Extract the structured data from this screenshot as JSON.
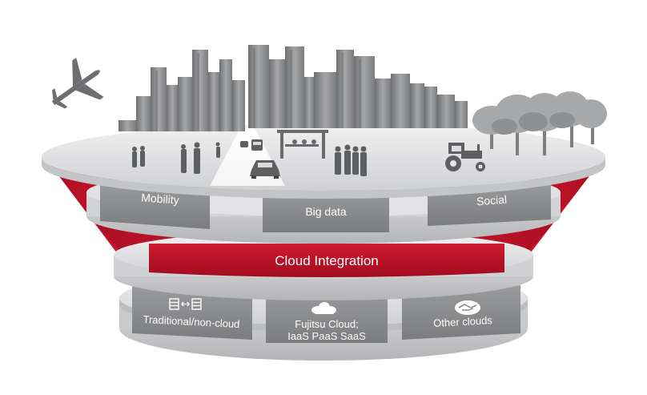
{
  "top_tier": {
    "mobility": "Mobility",
    "big_data": "Big data",
    "social": "Social"
  },
  "integration_band": {
    "label": "Cloud Integration"
  },
  "bottom_tier": {
    "traditional": "Traditional/non-cloud",
    "fujitsu_line1": "Fujitsu Cloud;",
    "fujitsu_line2": "IaaS PaaS SaaS",
    "other_clouds": "Other clouds"
  },
  "icons": [
    "airplane-icon",
    "city-skyline",
    "people-icon",
    "car-icon",
    "bus-stop-icon",
    "tractor-icon",
    "trees-icon",
    "server-icon",
    "cloud-icon",
    "handshake-icon"
  ],
  "colors": {
    "accent_red": "#c8102e",
    "dark_red": "#8e0a1c",
    "panel_grey": "#8a8b8d",
    "disc_light": "#e8e8e9",
    "building_grey": "#8c8c8e"
  }
}
